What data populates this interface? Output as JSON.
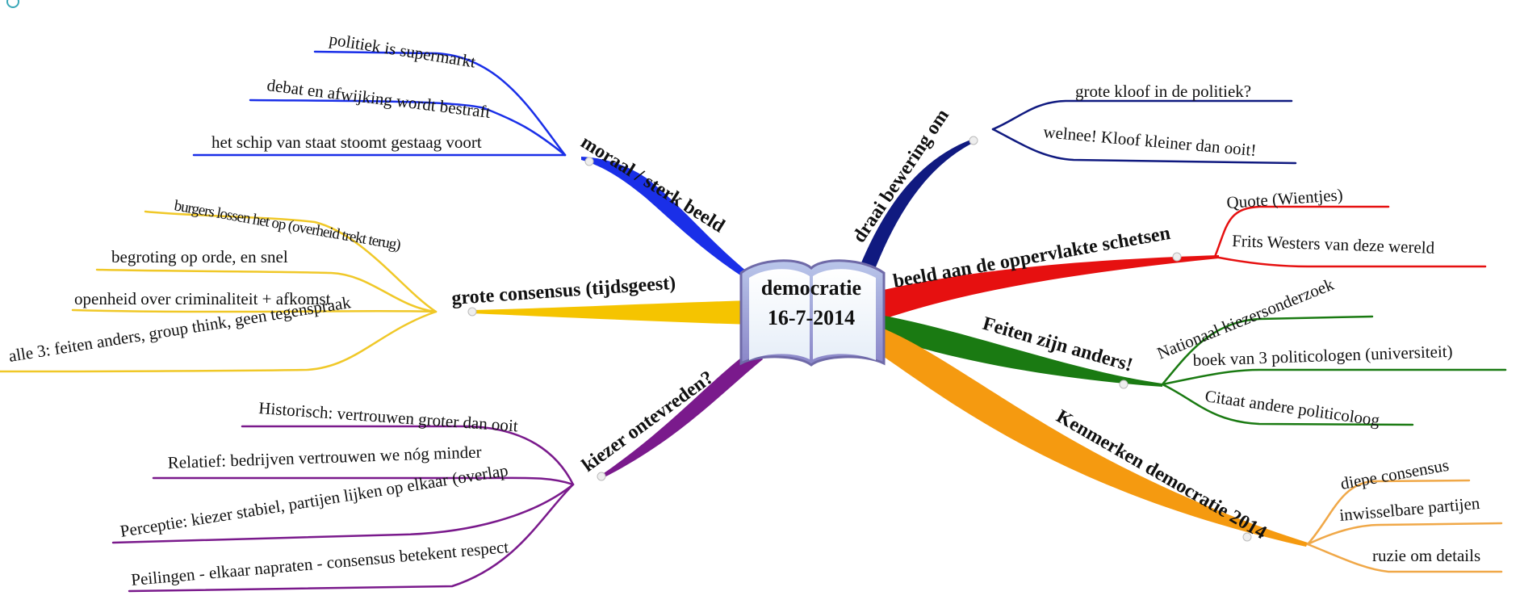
{
  "center": {
    "line1": "democratie",
    "line2": "16-7-2014"
  },
  "branches": [
    {
      "id": "moraal",
      "label": "moraal / sterk beeld",
      "color": "#1a2fe8",
      "leaves": [
        "politiek is supermarkt",
        "debat en afwijking wordt bestraft",
        "het schip van staat stoomt gestaag voort"
      ]
    },
    {
      "id": "consensus",
      "label": "grote consensus (tijdsgeest)",
      "color": "#f5c400",
      "leaves": [
        "burgers lossen het op (overheid trekt terug)",
        "begroting op orde, en snel",
        "openheid over criminaliteit + afkomst",
        "alle 3: feiten anders, group think, geen tegenspraak"
      ]
    },
    {
      "id": "kiezer",
      "label": "kiezer ontevreden?",
      "color": "#7a1a8c",
      "leaves": [
        "Historisch: vertrouwen groter dan ooit",
        "Relatief: bedrijven vertrouwen we nóg minder",
        "Perceptie: kiezer stabiel, partijen lijken op elkaar (overlap",
        "Peilingen - elkaar napraten - consensus betekent respect"
      ]
    },
    {
      "id": "draai",
      "label": "draai bewering om",
      "color": "#101a80",
      "leaves": [
        "grote kloof in de politiek?",
        "welnee! Kloof kleiner dan ooit!"
      ]
    },
    {
      "id": "beeld",
      "label": "beeld aan de oppervlakte schetsen",
      "color": "#e61010",
      "leaves": [
        "Quote (Wientjes)",
        "Frits Westers van deze wereld"
      ]
    },
    {
      "id": "feiten",
      "label": "Feiten zijn anders!",
      "color": "#1a7a12",
      "leaves": [
        "Nationaal kiezersonderzoek",
        "boek van 3 politicologen (universiteit)",
        "Citaat andere politicoloog"
      ]
    },
    {
      "id": "kenmerken",
      "label": "Kenmerken democratie 2014",
      "color": "#f59a10",
      "leaves": [
        "diepe consensus",
        "inwisselbare partijen",
        "ruzie om details"
      ]
    }
  ]
}
